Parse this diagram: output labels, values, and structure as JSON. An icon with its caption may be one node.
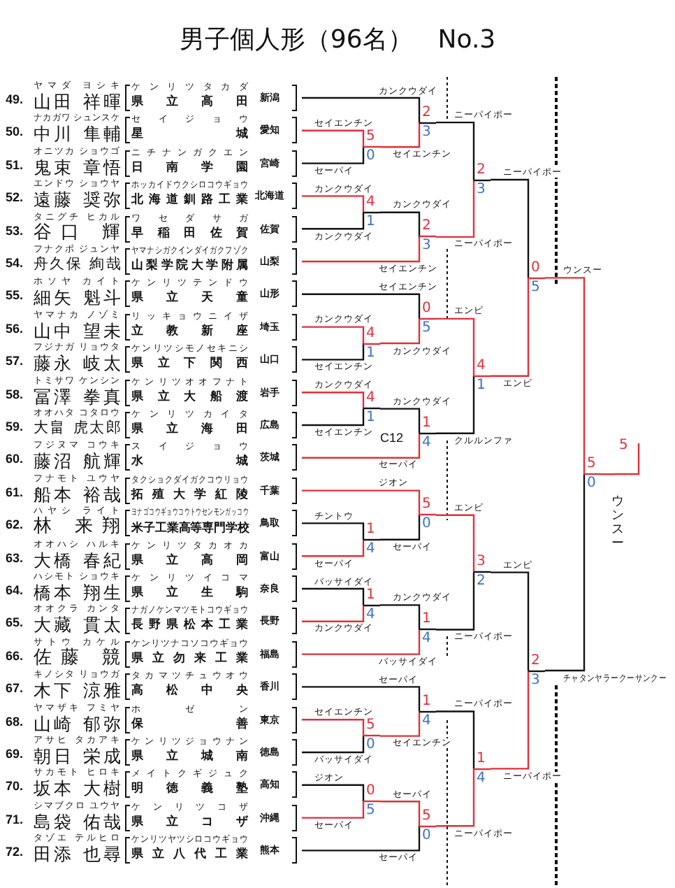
{
  "diagram": {
    "title": "男子個人形（96名）　No.3",
    "nodes": [
      {
        "text": [
          "49.",
          "ヤマダ ヨシキ",
          "山田 祥暉",
          "ケンリツタカダ",
          "県立高田",
          "新潟"
        ]
      },
      {
        "text": [
          "50.",
          "ナカガワ シュンスケ",
          "中川 隼輔",
          "セイジョウ",
          "星城",
          "愛知"
        ]
      },
      {
        "text": [
          "51.",
          "オニツカ ショウゴ",
          "鬼束 章悟",
          "ニチナンガクエン",
          "日南学園",
          "宮崎"
        ]
      },
      {
        "text": [
          "52.",
          "エンドウ ショウヤ",
          "遠藤 奨弥",
          "ホッカイドウクシロコウギョウ",
          "北海道釧路工業",
          "北海道"
        ]
      },
      {
        "text": [
          "53.",
          "タニグチ ヒカル",
          "谷口 輝",
          "ワセダサガ",
          "早稲田佐賀",
          "佐賀"
        ]
      },
      {
        "text": [
          "54.",
          "フナクボ ジュンヤ",
          "舟久保 絢哉",
          "ヤマナシガクインダイガクフゾク",
          "山梨学院大学附属",
          "山梨"
        ]
      },
      {
        "text": [
          "55.",
          "ホソヤ カイト",
          "細矢 魁斗",
          "ケンリツテンドウ",
          "県立天童",
          "山形"
        ]
      },
      {
        "text": [
          "56.",
          "ヤマナカ ノゾミ",
          "山中 望未",
          "リッキョウニイザ",
          "立教新座",
          "埼玉"
        ]
      },
      {
        "text": [
          "57.",
          "フジナガ リョウタ",
          "藤永 岐太",
          "ケンリツシモノセキニシ",
          "県立下関西",
          "山口"
        ]
      },
      {
        "text": [
          "58.",
          "トミサワ ケンシン",
          "冨澤 拳真",
          "ケンリツオオフナト",
          "県立大船渡",
          "岩手"
        ]
      },
      {
        "text": [
          "59.",
          "オオハタ コタロウ",
          "大畠 虎太郎",
          "ケンリツカイタ",
          "県立海田",
          "広島"
        ]
      },
      {
        "text": [
          "60.",
          "フジヌマ コウキ",
          "藤沼 航輝",
          "スイジョウ",
          "水城",
          "茨城"
        ]
      },
      {
        "text": [
          "61.",
          "フナモト ユウヤ",
          "船本 裕哉",
          "タクショクダイガクコウリョウ",
          "拓殖大学紅陵",
          "千葉"
        ]
      },
      {
        "text": [
          "62.",
          "ハヤシ ライト",
          "林 来翔",
          "ヨナゴコウギョウコウトウセンモンガッコウ",
          "米子工業高等専門学校",
          "鳥取"
        ]
      },
      {
        "text": [
          "63.",
          "オオハシ ハルキ",
          "大橋 春紀",
          "ケンリツタカオカ",
          "県立高岡",
          "富山"
        ]
      },
      {
        "text": [
          "64.",
          "ハシモト ショウキ",
          "橋本 翔生",
          "ケンリツイコマ",
          "県立生駒",
          "奈良"
        ]
      },
      {
        "text": [
          "65.",
          "オオクラ カンタ",
          "大藏 貫太",
          "ナガノケンマツモトコウギョウ",
          "長野県松本工業",
          "長野"
        ]
      },
      {
        "text": [
          "66.",
          "サトウ カケル",
          "佐藤 競",
          "ケンリツナコソコウギョウ",
          "県立勿来工業",
          "福島"
        ]
      },
      {
        "text": [
          "67.",
          "キノシタ リョウガ",
          "木下 涼雅",
          "タカマツチュウオウ",
          "高松中央",
          "香川"
        ]
      },
      {
        "text": [
          "68.",
          "ヤマザキ フミヤ",
          "山崎 郁弥",
          "ホゼン",
          "保善",
          "東京"
        ]
      },
      {
        "text": [
          "69.",
          "アサヒ タカアキ",
          "朝日 栄成",
          "ケンリツジョウナン",
          "県立城南",
          "徳島"
        ]
      },
      {
        "text": [
          "70.",
          "サカモト ヒロキ",
          "坂本 大樹",
          "メイトクギジュク",
          "明徳義塾",
          "高知"
        ]
      },
      {
        "text": [
          "71.",
          "シマブクロ ユウヤ",
          "島袋 佑哉",
          "ケンリツコザ",
          "県立コザ",
          "沖縄"
        ]
      },
      {
        "text": [
          "72.",
          "タゾエ テルヒロ",
          "田添 也尋",
          "ケンリツヤツシロコウギョウ",
          "県立八代工業",
          "熊本"
        ]
      },
      {
        "text": [
          "5",
          "0"
        ]
      },
      {
        "text": [
          "2",
          "3"
        ]
      },
      {
        "text": [
          "4",
          "1"
        ]
      },
      {
        "text": [
          "2",
          "3"
        ]
      },
      {
        "text": [
          "2",
          "3"
        ]
      },
      {
        "text": [
          "4",
          "1"
        ]
      },
      {
        "text": [
          "0",
          "5"
        ]
      },
      {
        "text": [
          "4",
          "1"
        ]
      },
      {
        "text": [
          "1",
          "4"
        ]
      },
      {
        "text": [
          "4",
          "1"
        ]
      },
      {
        "text": [
          "0",
          "5"
        ]
      },
      {
        "text": [
          "1",
          "4"
        ]
      },
      {
        "text": [
          "5",
          "0"
        ]
      },
      {
        "text": [
          "1",
          "4"
        ]
      },
      {
        "text": [
          "1",
          "4"
        ]
      },
      {
        "text": [
          "3",
          "2"
        ]
      },
      {
        "text": [
          "5",
          "0"
        ]
      },
      {
        "text": [
          "1",
          "4"
        ]
      },
      {
        "text": [
          "0",
          "5"
        ]
      },
      {
        "text": [
          "5",
          "0"
        ]
      },
      {
        "text": [
          "1",
          "4"
        ]
      },
      {
        "text": [
          "2",
          "3"
        ]
      },
      {
        "text": [
          "5",
          "0"
        ]
      },
      {
        "text": [
          "5"
        ]
      }
    ],
    "edges": [
      {
        "from": 1,
        "to": 24,
        "arrow": "none",
        "label": "セイエンチン",
        "color": "#e0303a"
      },
      {
        "from": 2,
        "to": 24,
        "arrow": "none",
        "label": "セーパイ",
        "color": "#111111"
      },
      {
        "from": 0,
        "to": 25,
        "arrow": "none",
        "label": "カンクウダイ",
        "color": "#111111"
      },
      {
        "from": 24,
        "to": 25,
        "arrow": "none",
        "label": "セイエンチン",
        "color": "#e0303a"
      },
      {
        "from": 3,
        "to": 26,
        "arrow": "none",
        "label": "カンクウダイ",
        "color": "#e0303a"
      },
      {
        "from": 4,
        "to": 26,
        "arrow": "none",
        "label": "カンクウダイ",
        "color": "#111111"
      },
      {
        "from": 26,
        "to": 27,
        "arrow": "none",
        "label": "カンクウダイ",
        "color": "#111111"
      },
      {
        "from": 5,
        "to": 27,
        "arrow": "none",
        "label": "セイエンチン",
        "color": "#e0303a"
      },
      {
        "from": 25,
        "to": 28,
        "arrow": "none",
        "label": "ニーパイポー",
        "color": "#111111"
      },
      {
        "from": 27,
        "to": 28,
        "arrow": "none",
        "label": "ニーパイポー",
        "color": "#e0303a"
      },
      {
        "from": 7,
        "to": 29,
        "arrow": "none",
        "label": "カンクウダイ",
        "color": "#e0303a"
      },
      {
        "from": 8,
        "to": 29,
        "arrow": "none",
        "label": "セイエンチン",
        "color": "#111111"
      },
      {
        "from": 6,
        "to": 30,
        "arrow": "none",
        "label": "セイエンチン",
        "color": "#111111"
      },
      {
        "from": 29,
        "to": 30,
        "arrow": "none",
        "label": "カンクウダイ",
        "color": "#e0303a"
      },
      {
        "from": 9,
        "to": 31,
        "arrow": "none",
        "label": "カンクウダイ",
        "color": "#e0303a"
      },
      {
        "from": 10,
        "to": 31,
        "arrow": "none",
        "label": "セイエンチン",
        "color": "#111111"
      },
      {
        "from": 31,
        "to": 32,
        "arrow": "none",
        "label": "カンクウダイ",
        "color": "#111111"
      },
      {
        "from": 11,
        "to": 32,
        "arrow": "none",
        "label": "セーパイ",
        "color": "#e0303a"
      },
      {
        "from": 30,
        "to": 33,
        "arrow": "none",
        "label": "エンピ",
        "color": "#e0303a"
      },
      {
        "from": 32,
        "to": 33,
        "arrow": "none",
        "label": "クルルンファ",
        "color": "#111111"
      },
      {
        "from": 28,
        "to": 34,
        "arrow": "none",
        "label": "ニーパイポー",
        "color": "#111111"
      },
      {
        "from": 33,
        "to": 34,
        "arrow": "none",
        "label": "エンピ",
        "color": "#e0303a"
      },
      {
        "from": 13,
        "to": 35,
        "arrow": "none",
        "label": "チントウ",
        "color": "#111111"
      },
      {
        "from": 14,
        "to": 35,
        "arrow": "none",
        "label": "セーパイ",
        "color": "#e0303a"
      },
      {
        "from": 12,
        "to": 36,
        "arrow": "none",
        "label": "ジオン",
        "color": "#e0303a"
      },
      {
        "from": 35,
        "to": 36,
        "arrow": "none",
        "label": "セーパイ",
        "color": "#111111"
      },
      {
        "from": 15,
        "to": 37,
        "arrow": "none",
        "label": "バッサイダイ",
        "color": "#111111"
      },
      {
        "from": 16,
        "to": 37,
        "arrow": "none",
        "label": "カンクウダイ",
        "color": "#e0303a"
      },
      {
        "from": 37,
        "to": 38,
        "arrow": "none",
        "label": "カンクウダイ",
        "color": "#111111"
      },
      {
        "from": 17,
        "to": 38,
        "arrow": "none",
        "label": "バッサイダイ",
        "color": "#e0303a"
      },
      {
        "from": 36,
        "to": 39,
        "arrow": "none",
        "label": "エンピ",
        "color": "#e0303a"
      },
      {
        "from": 38,
        "to": 39,
        "arrow": "none",
        "label": "ニーパイポー",
        "color": "#111111"
      },
      {
        "from": 19,
        "to": 40,
        "arrow": "none",
        "label": "セイエンチン",
        "color": "#e0303a"
      },
      {
        "from": 20,
        "to": 40,
        "arrow": "none",
        "label": "バッサイダイ",
        "color": "#111111"
      },
      {
        "from": 18,
        "to": 41,
        "arrow": "none",
        "label": "セーパイ",
        "color": "#111111"
      },
      {
        "from": 40,
        "to": 41,
        "arrow": "none",
        "label": "セイエンチン",
        "color": "#e0303a"
      },
      {
        "from": 21,
        "to": 42,
        "arrow": "none",
        "label": "ジオン",
        "color": "#111111"
      },
      {
        "from": 22,
        "to": 42,
        "arrow": "none",
        "label": "セーパイ",
        "color": "#e0303a"
      },
      {
        "from": 42,
        "to": 43,
        "arrow": "none",
        "label": "セーパイ",
        "color": "#e0303a"
      },
      {
        "from": 23,
        "to": 43,
        "arrow": "none",
        "label": "セーパイ",
        "color": "#111111"
      },
      {
        "from": 41,
        "to": 44,
        "arrow": "none",
        "label": "ニーパイポー",
        "color": "#111111"
      },
      {
        "from": 43,
        "to": 44,
        "arrow": "none",
        "label": "ニーパイポー",
        "color": "#e0303a"
      },
      {
        "from": 39,
        "to": 45,
        "arrow": "none",
        "label": "エンピ",
        "color": "#111111"
      },
      {
        "from": 44,
        "to": 45,
        "arrow": "none",
        "label": "ニーパイポー",
        "color": "#e0303a"
      },
      {
        "from": 34,
        "to": 46,
        "arrow": "none",
        "label": "ウンスー",
        "color": "#e0303a"
      },
      {
        "from": 45,
        "to": 46,
        "arrow": "none",
        "label": "チャタンヤラークーサンクー",
        "color": "#111111"
      },
      {
        "from": 46,
        "to": 47,
        "arrow": "none",
        "label": "ウンスー",
        "color": "#e0303a"
      }
    ],
    "labels": [
      "C12"
    ]
  }
}
